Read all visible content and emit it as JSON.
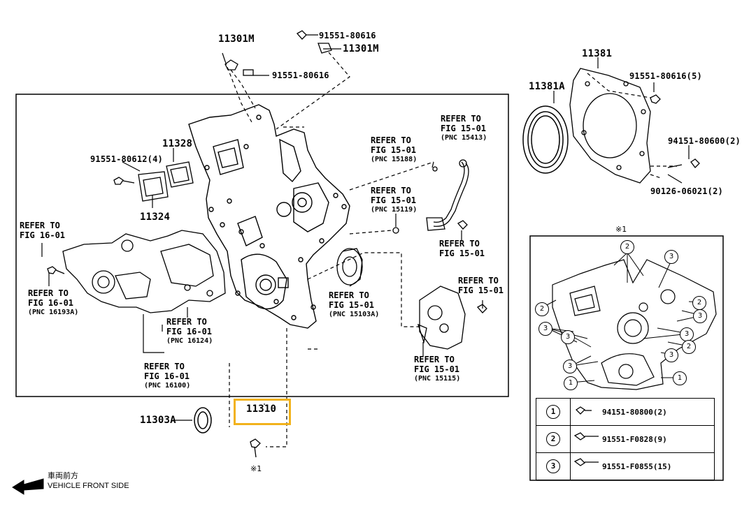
{
  "part_labels": {
    "p11301M_a": "11301M",
    "p91551_80616_a": "91551-80616",
    "p11301M_b": "11301M",
    "p91551_80616_b": "91551-80616",
    "p11381": "11381",
    "p11381A": "11381A",
    "p91551_80616_5": "91551-80616(5)",
    "p94151_80600_2": "94151-80600(2)",
    "p90126_06021_2": "90126-06021(2)",
    "p11328": "11328",
    "p91551_80612_4": "91551-80612(4)",
    "p11324": "11324",
    "p11303A": "11303A",
    "p11310": "11310"
  },
  "refs": {
    "r15413": [
      "REFER TO",
      "FIG 15-01",
      "(PNC 15413)"
    ],
    "r15188": [
      "REFER TO",
      "FIG 15-01",
      "(PNC 15188)"
    ],
    "r15119": [
      "REFER TO",
      "FIG 15-01",
      "(PNC 15119)"
    ],
    "r1501a": [
      "REFER TO",
      "FIG 15-01"
    ],
    "r16_01": [
      "REFER TO",
      "FIG 16-01"
    ],
    "r16193A": [
      "REFER TO",
      "FIG 16-01",
      "(PNC 16193A)"
    ],
    "r16124": [
      "REFER TO",
      "FIG 16-01",
      "(PNC 16124)"
    ],
    "r16100": [
      "REFER TO",
      "FIG 16-01",
      "(PNC 16100)"
    ],
    "r15103A": [
      "REFER TO",
      "FIG 15-01",
      "(PNC 15103A)"
    ],
    "r1501b": [
      "REFER TO",
      "FIG 15-01"
    ],
    "r15115": [
      "REFER TO",
      "FIG 15-01",
      "(PNC 15115)"
    ]
  },
  "inset": {
    "title": "※1",
    "legend": [
      {
        "num": "1",
        "part": "94151-80800(2)"
      },
      {
        "num": "2",
        "part": "91551-F0828(9)"
      },
      {
        "num": "3",
        "part": "91551-F0855(15)"
      }
    ]
  },
  "star_note": "※1",
  "front": {
    "jp": "車両前方",
    "en": "VEHICLE FRONT SIDE"
  },
  "highlight_part": "11310",
  "colors": {
    "highlight": "#f2b21b",
    "line": "#000000"
  }
}
